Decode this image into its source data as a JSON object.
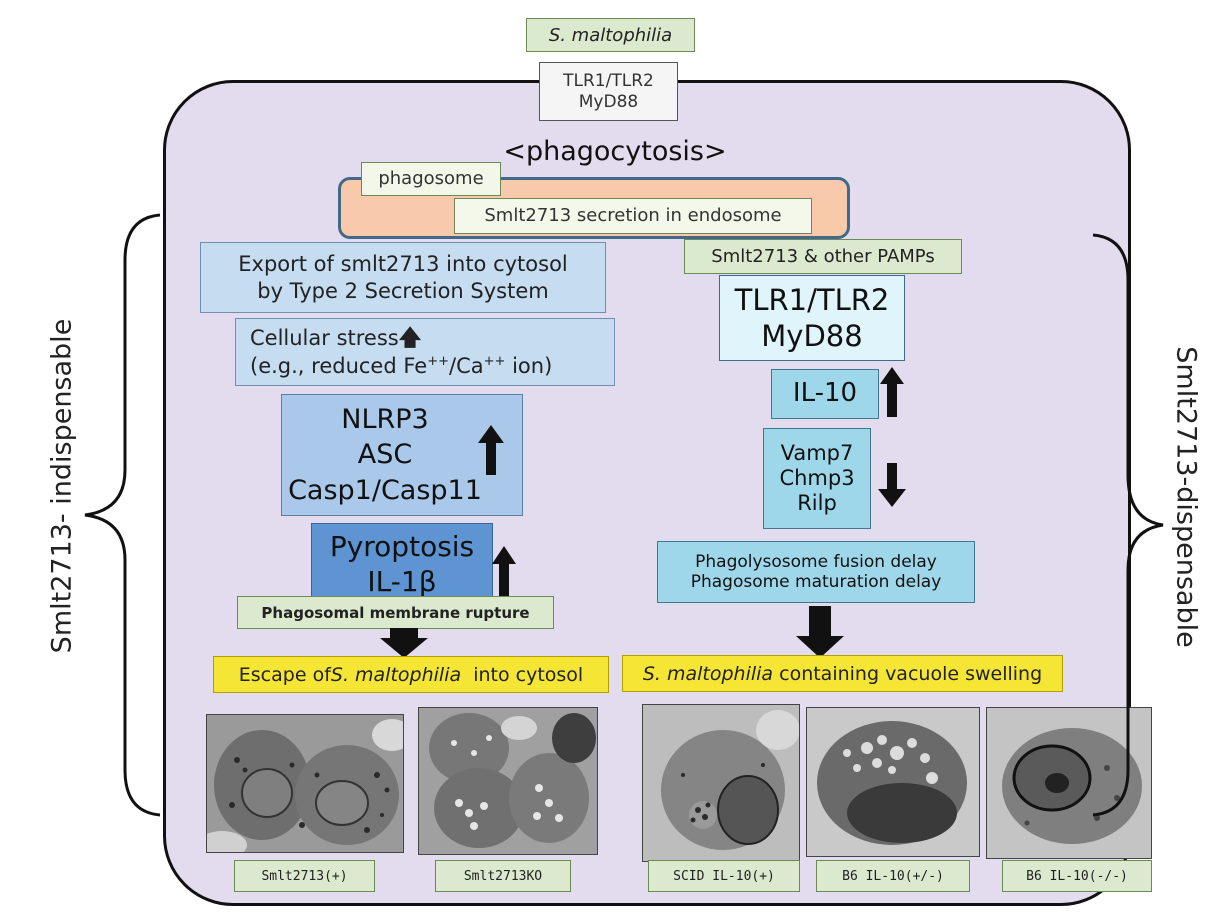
{
  "top_label": "S. maltophilia",
  "receptor_top": [
    "TLR1/TLR2",
    "MyD88"
  ],
  "phagocytosis": "<phagocytosis>",
  "phagosome_label": "phagosome",
  "secretion_label": "Smlt2713 secretion in endosome",
  "pamps_label": "Smlt2713 & other PAMPs",
  "left_side_label": "Smlt2713- indispensable",
  "right_side_label": "Smlt2713-dispensable",
  "left_path": {
    "export": [
      "Export of smlt2713 into cytosol",
      "by Type 2 Secretion System"
    ],
    "stress_line1": "Cellular stress",
    "stress_line2_pre": "(e.g., reduced Fe",
    "stress_sup1": "++",
    "stress_mid": "/Ca",
    "stress_sup2": "++",
    "stress_post": " ion)",
    "inflammasome": [
      "NLRP3",
      "ASC",
      "Casp1/Casp11"
    ],
    "pyroptosis": [
      "Pyroptosis",
      "IL-1β"
    ],
    "rupture": "Phagosomal membrane rupture",
    "escape_pre": "Escape of ",
    "escape_em": "S. maltophilia",
    "escape_post": "  into cytosol"
  },
  "right_path": {
    "receptor": [
      "TLR1/TLR2",
      "MyD88"
    ],
    "il10": "IL-10",
    "vamp": [
      "Vamp7",
      "Chmp3",
      "Rilp"
    ],
    "delay": [
      "Phagolysosome fusion delay",
      "Phagosome maturation delay"
    ],
    "swelling_em": "S. maltophilia",
    "swelling_post": " containing vacuole swelling"
  },
  "captions": [
    "Smlt2713(+)",
    "Smlt2713KO",
    "SCID IL-10(+)",
    "B6 IL-10(+/-)",
    "B6 IL-10(-/-)"
  ]
}
